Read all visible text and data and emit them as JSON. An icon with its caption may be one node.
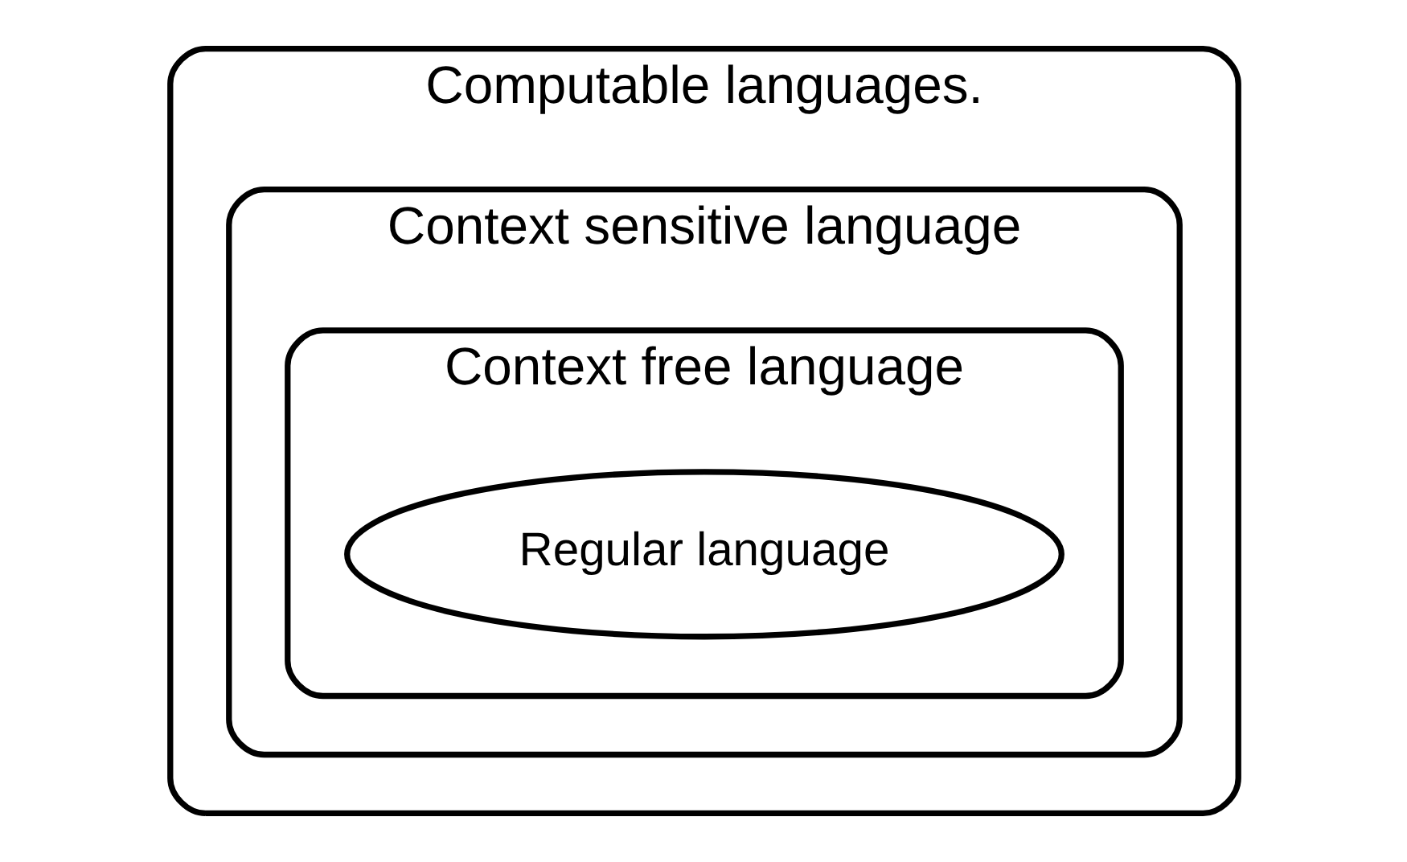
{
  "diagram": {
    "nodes": [
      {
        "text": [
          "Computable languages."
        ]
      },
      {
        "text": [
          "Context sensitive language"
        ],
        "in": 0
      },
      {
        "text": [
          "Context free language"
        ],
        "in": 1
      },
      {
        "text": [
          "Regular language"
        ],
        "in": 2
      }
    ]
  }
}
